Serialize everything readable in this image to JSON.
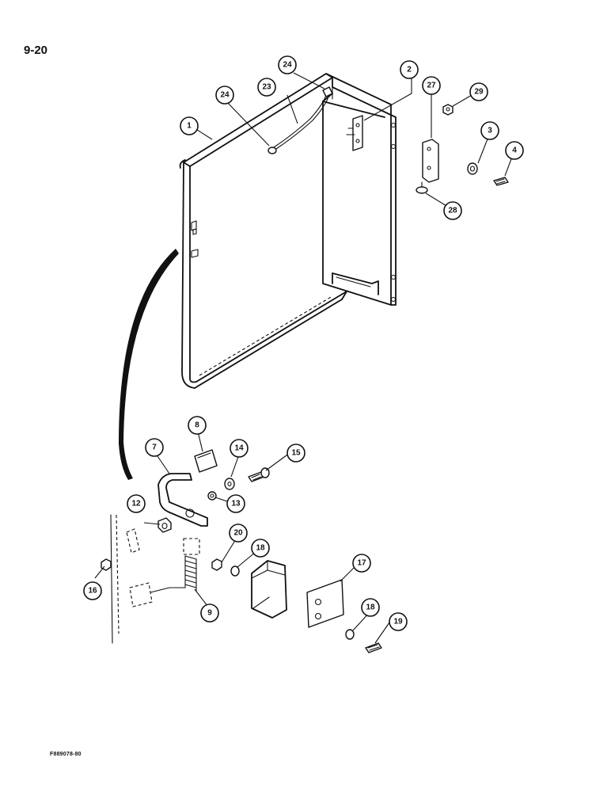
{
  "page": {
    "page_number": "9-20",
    "figure_code": "F889078-80"
  },
  "callouts": [
    {
      "id": "c1",
      "label": "1"
    },
    {
      "id": "c2",
      "label": "2"
    },
    {
      "id": "c3",
      "label": "3"
    },
    {
      "id": "c4",
      "label": "4"
    },
    {
      "id": "c7",
      "label": "7"
    },
    {
      "id": "c8",
      "label": "8"
    },
    {
      "id": "c9",
      "label": "9"
    },
    {
      "id": "c12",
      "label": "12"
    },
    {
      "id": "c13",
      "label": "13"
    },
    {
      "id": "c14",
      "label": "14"
    },
    {
      "id": "c15",
      "label": "15"
    },
    {
      "id": "c16",
      "label": "16"
    },
    {
      "id": "c17",
      "label": "17"
    },
    {
      "id": "c18a",
      "label": "18"
    },
    {
      "id": "c18b",
      "label": "18"
    },
    {
      "id": "c19",
      "label": "19"
    },
    {
      "id": "c20",
      "label": "20"
    },
    {
      "id": "c23",
      "label": "23"
    },
    {
      "id": "c24a",
      "label": "24"
    },
    {
      "id": "c24b",
      "label": "24"
    },
    {
      "id": "c27",
      "label": "27"
    },
    {
      "id": "c28",
      "label": "28"
    },
    {
      "id": "c29",
      "label": "29"
    }
  ]
}
